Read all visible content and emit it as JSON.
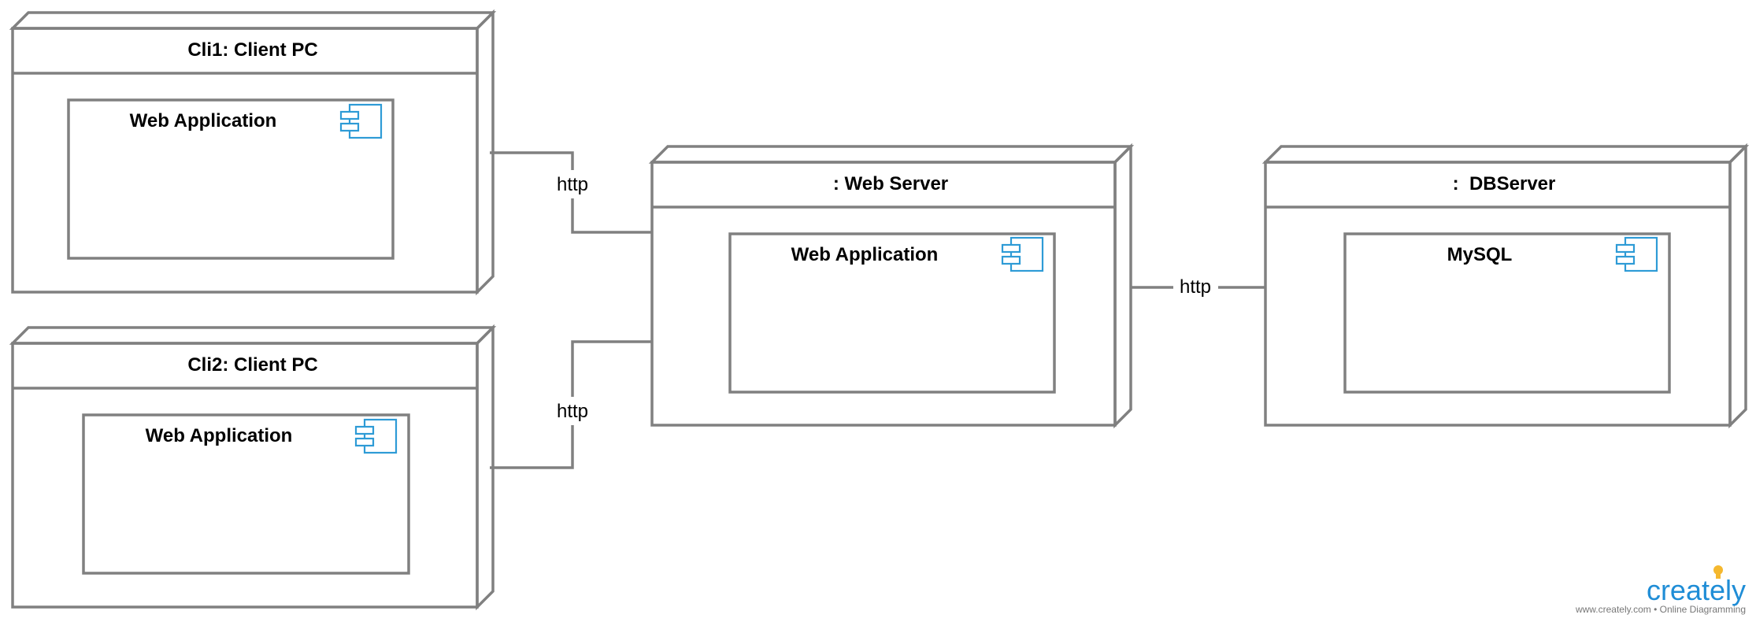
{
  "diagram": {
    "nodes": [
      {
        "title": "Cli1: Client PC",
        "component": "Web Application"
      },
      {
        "title": "Cli2: Client PC",
        "component": "Web Application"
      },
      {
        "title": ": Web Server",
        "component": "Web Application"
      },
      {
        "title": ":  DBServer",
        "component": "MySQL"
      }
    ],
    "connectors": [
      {
        "label": "http"
      },
      {
        "label": "http"
      },
      {
        "label": "http"
      }
    ]
  },
  "icons": {
    "component": "uml-component-icon"
  },
  "colors": {
    "line": "#808080",
    "component_icon": "#2e9bd6",
    "brand": "#1f8dd6"
  },
  "watermark": {
    "brand": "creately",
    "tagline": "www.creately.com • Online Diagramming"
  }
}
